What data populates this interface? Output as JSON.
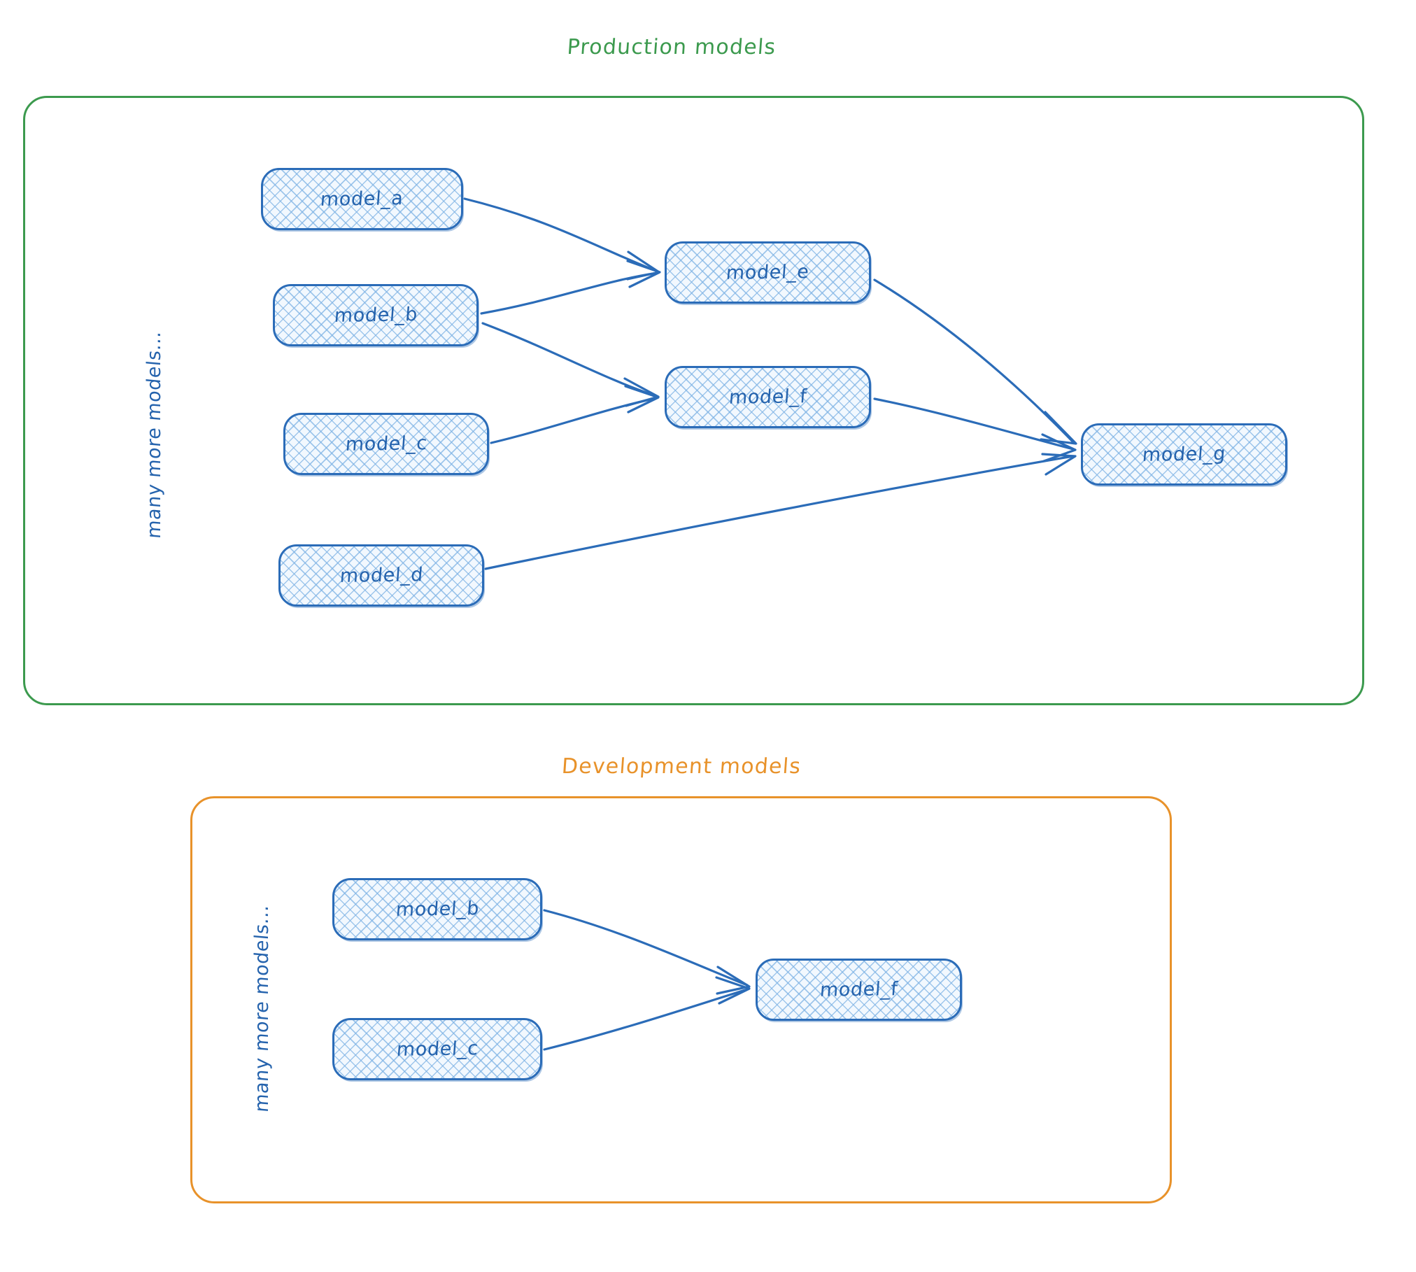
{
  "diagram": {
    "kind": "dbt-style lineage diagram",
    "groups": [
      {
        "id": "production",
        "title": "Production models",
        "color": "#3c9a4e",
        "side_note": "many more models...",
        "nodes": [
          {
            "id": "prod_model_a",
            "label": "model_a"
          },
          {
            "id": "prod_model_b",
            "label": "model_b"
          },
          {
            "id": "prod_model_c",
            "label": "model_c"
          },
          {
            "id": "prod_model_d",
            "label": "model_d"
          },
          {
            "id": "prod_model_e",
            "label": "model_e"
          },
          {
            "id": "prod_model_f",
            "label": "model_f"
          },
          {
            "id": "prod_model_g",
            "label": "model_g"
          }
        ],
        "edges": [
          {
            "from": "model_a",
            "to": "model_e"
          },
          {
            "from": "model_b",
            "to": "model_e"
          },
          {
            "from": "model_b",
            "to": "model_f"
          },
          {
            "from": "model_c",
            "to": "model_f"
          },
          {
            "from": "model_e",
            "to": "model_g"
          },
          {
            "from": "model_f",
            "to": "model_g"
          },
          {
            "from": "model_d",
            "to": "model_g"
          }
        ]
      },
      {
        "id": "development",
        "title": "Development models",
        "color": "#e8922a",
        "side_note": "many more models...",
        "nodes": [
          {
            "id": "dev_model_b",
            "label": "model_b"
          },
          {
            "id": "dev_model_c",
            "label": "model_c"
          },
          {
            "id": "dev_model_f",
            "label": "model_f"
          }
        ],
        "edges": [
          {
            "from": "model_b",
            "to": "model_f"
          },
          {
            "from": "model_c",
            "to": "model_f"
          }
        ]
      }
    ]
  },
  "node_fill_color": "#f2f8fe",
  "node_border_color": "#2b6cb8",
  "node_text_color": "#2563ad",
  "arrow_color": "#2b6cb8",
  "background_color": "#ffffff"
}
